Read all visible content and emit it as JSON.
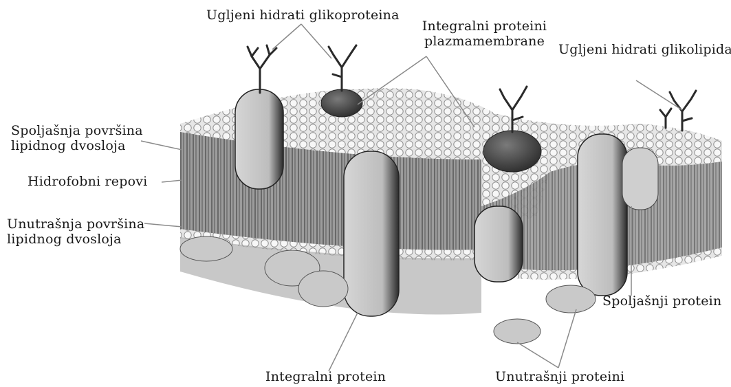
{
  "labels": {
    "carb_glycoprotein": "Ugljeni hidrati glikoproteina",
    "integral_plasma_line1": "Integralni proteini",
    "integral_plasma_line2": "plazmamembrane",
    "carb_glycolipid": "Ugljeni hidrati glikolipida",
    "outer_surface_line1": "Spoljašnja površina",
    "outer_surface_line2": "lipidnog dvosloja",
    "hydrophobic_tails": "Hidrofobni repovi",
    "inner_surface_line1": "Unutrašnja površina",
    "inner_surface_line2": "lipidnog dvosloja",
    "peripheral_protein": "Spoljašnji protein",
    "integral_protein": "Integralni protein",
    "internal_proteins": "Unutrašnji proteini"
  },
  "colors": {
    "background": "#ffffff",
    "text": "#1a1a1a",
    "leader": "#8a8a8a",
    "head_fill": "#f2f2f2",
    "head_stroke": "#9a9a9a",
    "tails": "#6e6e6e",
    "protein_light": "#c8c8c8",
    "protein_dark": "#2e2e2e",
    "protein_globule": "#4a4a4a"
  },
  "icons": [
    "membrane-illustration",
    "branched-carbohydrate-chain"
  ]
}
